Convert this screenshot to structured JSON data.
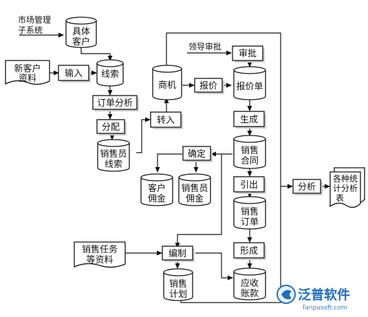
{
  "nodes": {
    "market_system": [
      "市场管理",
      "子系统"
    ],
    "specific_customer": [
      "具体",
      "客户"
    ],
    "new_customer_data": [
      "新客户",
      "资料"
    ],
    "input": "输入",
    "leads": "线索",
    "order_analysis": "订单分析",
    "allocate": "分配",
    "sales_leads": [
      "销售员",
      "线索"
    ],
    "transfer_in": "转入",
    "opportunity": "商机",
    "quote": "报价",
    "leader_approval": "领导审批",
    "approve": "审批",
    "quote_sheet": "报价单",
    "generate": "生成",
    "confirm": "确定",
    "sales_contract": [
      "销售",
      "合同"
    ],
    "customer_commission": [
      "客户",
      "佣金"
    ],
    "salesperson_commission": [
      "销售员",
      "佣金"
    ],
    "lead_out": "引出",
    "analysis": "分析",
    "reports": [
      "各种统",
      "计分析",
      "表"
    ],
    "sales_order": [
      "销售",
      "订单"
    ],
    "form": "形成",
    "sales_task_data": [
      "销售任务",
      "等资料"
    ],
    "compile": "编制",
    "sales_plan": [
      "销售",
      "计划"
    ],
    "receivables": [
      "应收",
      "账款"
    ]
  },
  "logo": {
    "brand": "泛普软件",
    "url": "fanpusoft.com",
    "icon": "fanpu-logo-icon",
    "color": "#1f6fc0"
  }
}
